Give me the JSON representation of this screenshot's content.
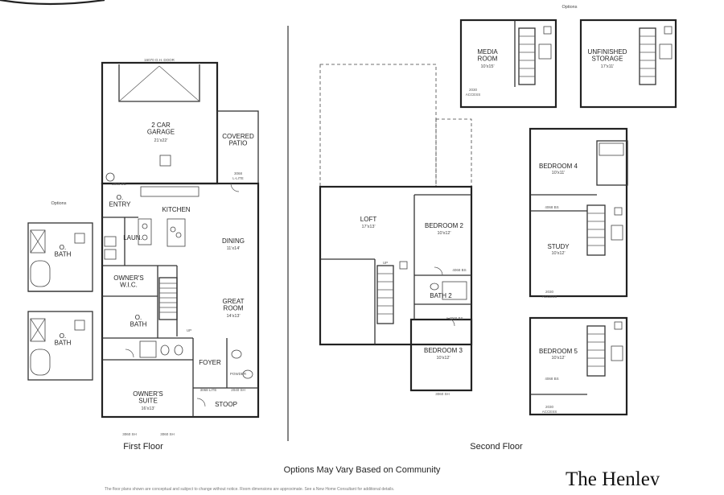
{
  "plan_name": "The Henley",
  "note": "Options May Vary Based on Community",
  "captions": {
    "first_floor": "First Floor",
    "second_floor": "Second  Floor",
    "options_top": "Options",
    "options_left": "Options"
  },
  "rooms": {
    "garage": {
      "name": "2 CAR\nGARAGE",
      "size": "21'x22'"
    },
    "garage_door": "16070 O.H. DOOR",
    "covered_patio": {
      "name": "COVERED\nPATIO"
    },
    "o_entry": {
      "name": "O.\nENTRY"
    },
    "kitchen": {
      "name": "KITCHEN"
    },
    "laun": {
      "name": "LAUN."
    },
    "dining": {
      "name": "DINING",
      "size": "11'x14'"
    },
    "owners_wic": {
      "name": "OWNER'S\nW.I.C."
    },
    "great_room": {
      "name": "GREAT\nROOM",
      "size": "14'x13'"
    },
    "o_bath": {
      "name": "O.\nBATH"
    },
    "foyer": {
      "name": "FOYER"
    },
    "powder": {
      "name": "POWDER"
    },
    "owners_suite": {
      "name": "OWNER'S\nSUITE",
      "size": "16'x13'"
    },
    "stoop": {
      "name": "STOOP"
    },
    "loft": {
      "name": "LOFT",
      "size": "17'x13'"
    },
    "bedroom2": {
      "name": "BEDROOM 2",
      "size": "10'x12'"
    },
    "bath2": {
      "name": "BATH 2"
    },
    "bedroom3": {
      "name": "BEDROOM 3",
      "size": "10'x12'"
    },
    "media_room": {
      "name": "MEDIA\nROOM",
      "size": "10'x15'"
    },
    "unfinished_storage": {
      "name": "UNFINISHED\nSTORAGE",
      "size": "17'x11'"
    },
    "bedroom4": {
      "name": "BEDROOM 4",
      "size": "10'x11'"
    },
    "study": {
      "name": "STUDY",
      "size": "10'x12'"
    },
    "bedroom5": {
      "name": "BEDROOM 5",
      "size": "10'x12'"
    },
    "opt_o_bath_1": {
      "name": "O.\nBATH"
    },
    "opt_o_bath_2": {
      "name": "O.\nBATH"
    }
  },
  "dims": {
    "d3068": "3068",
    "d3068lite": "3068\nL-LITE",
    "d2868": "2868",
    "d2068": "2068",
    "d2468": "2468",
    "d3060sh": "3060 SH",
    "d4068bs": "4068 BS",
    "d2030access": "2030\nACCESS",
    "d2868sc": "2868 SC",
    "d3068lite2": "3068 LITE",
    "d2040sh": "2040 SH",
    "up": "UP"
  },
  "footer": "The floor plans shown are conceptual and subject to change without notice. Room dimensions are approximate. See a New Home Consultant for additional details."
}
